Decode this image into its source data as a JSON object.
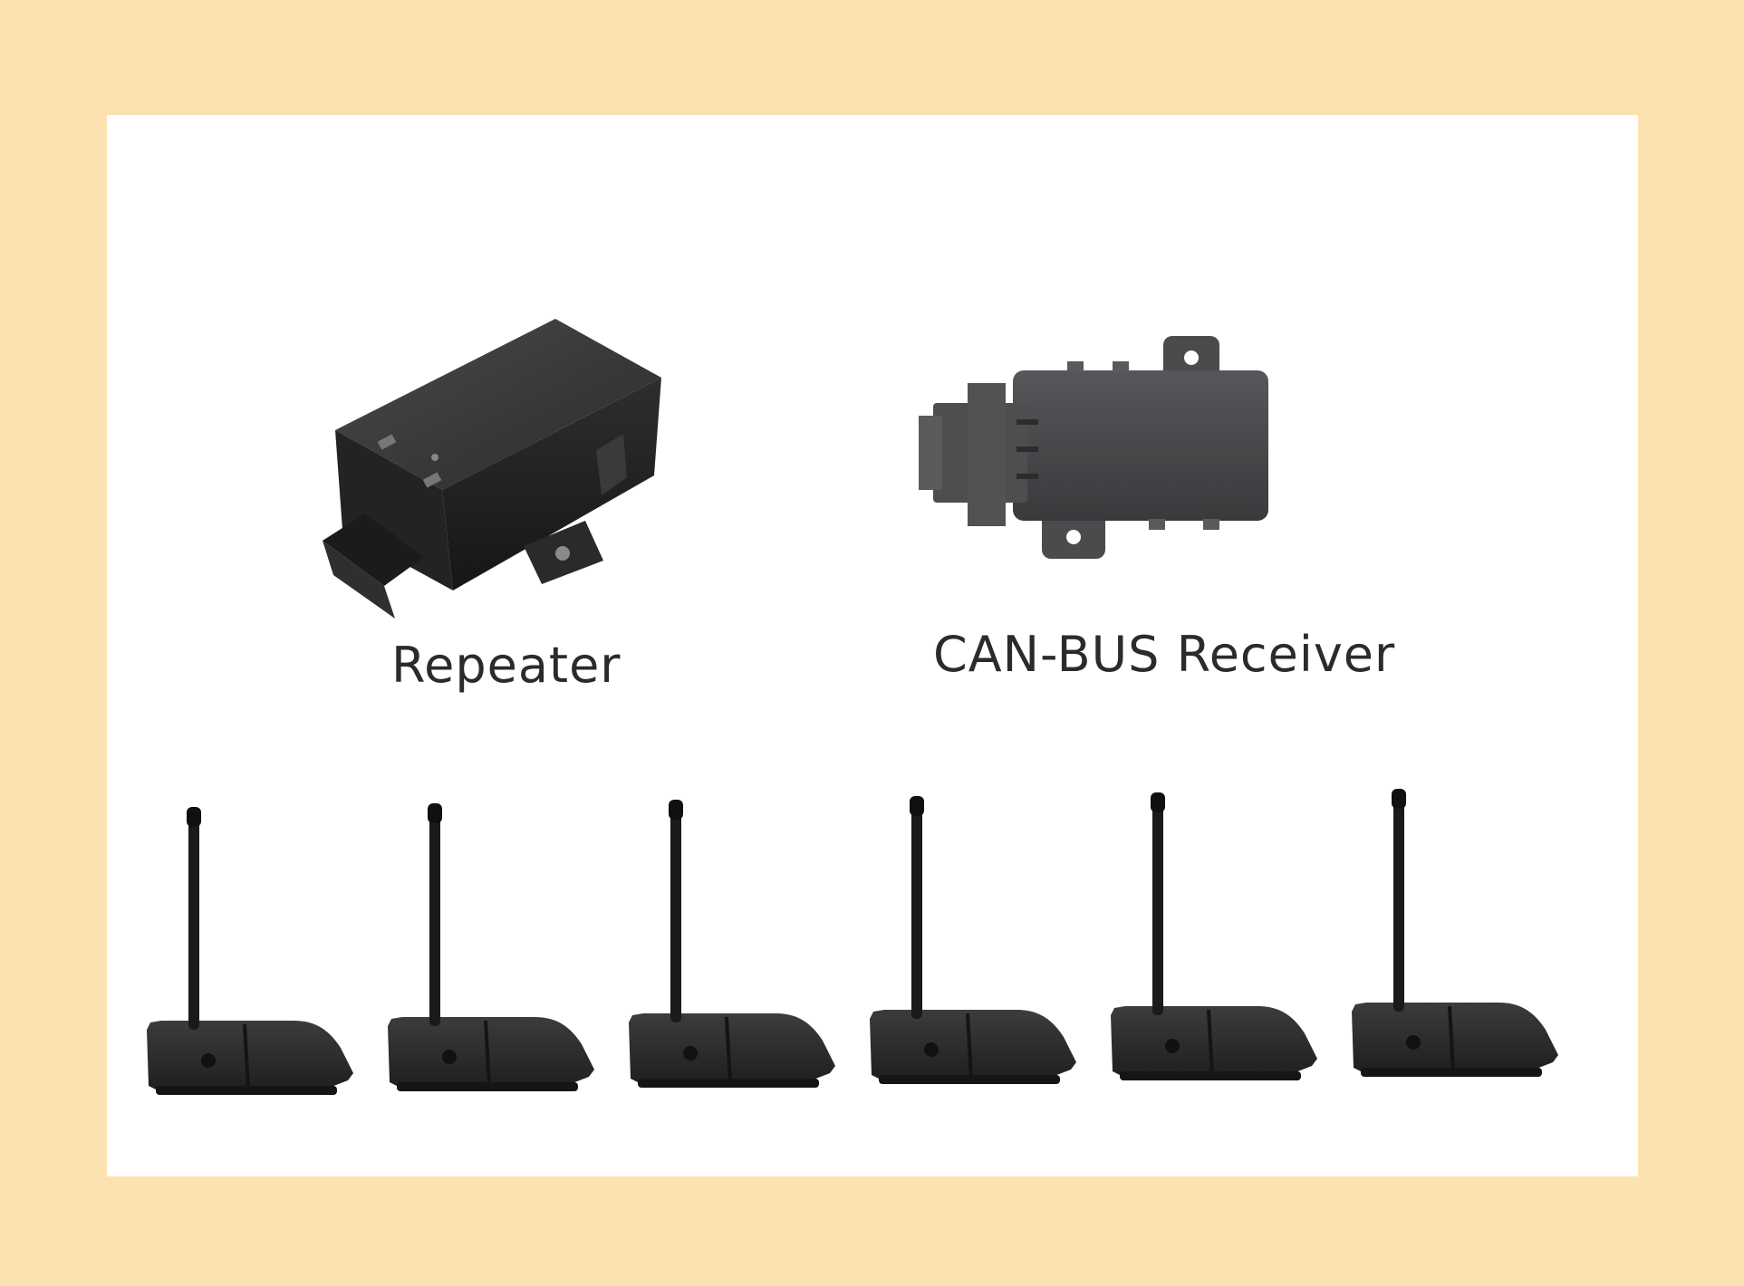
{
  "products": {
    "repeater": {
      "label": "Repeater",
      "icon": "repeater-module-icon"
    },
    "receiver": {
      "label": "CAN-BUS Receiver",
      "icon": "can-bus-receiver-icon"
    },
    "sensors": {
      "count": 6,
      "icon": "tire-pressure-sensor-icon"
    }
  },
  "colors": {
    "frame": "#fde2b1",
    "panel": "#ffffff",
    "device": "#2c2c2e",
    "label": "#2b2b2b"
  }
}
